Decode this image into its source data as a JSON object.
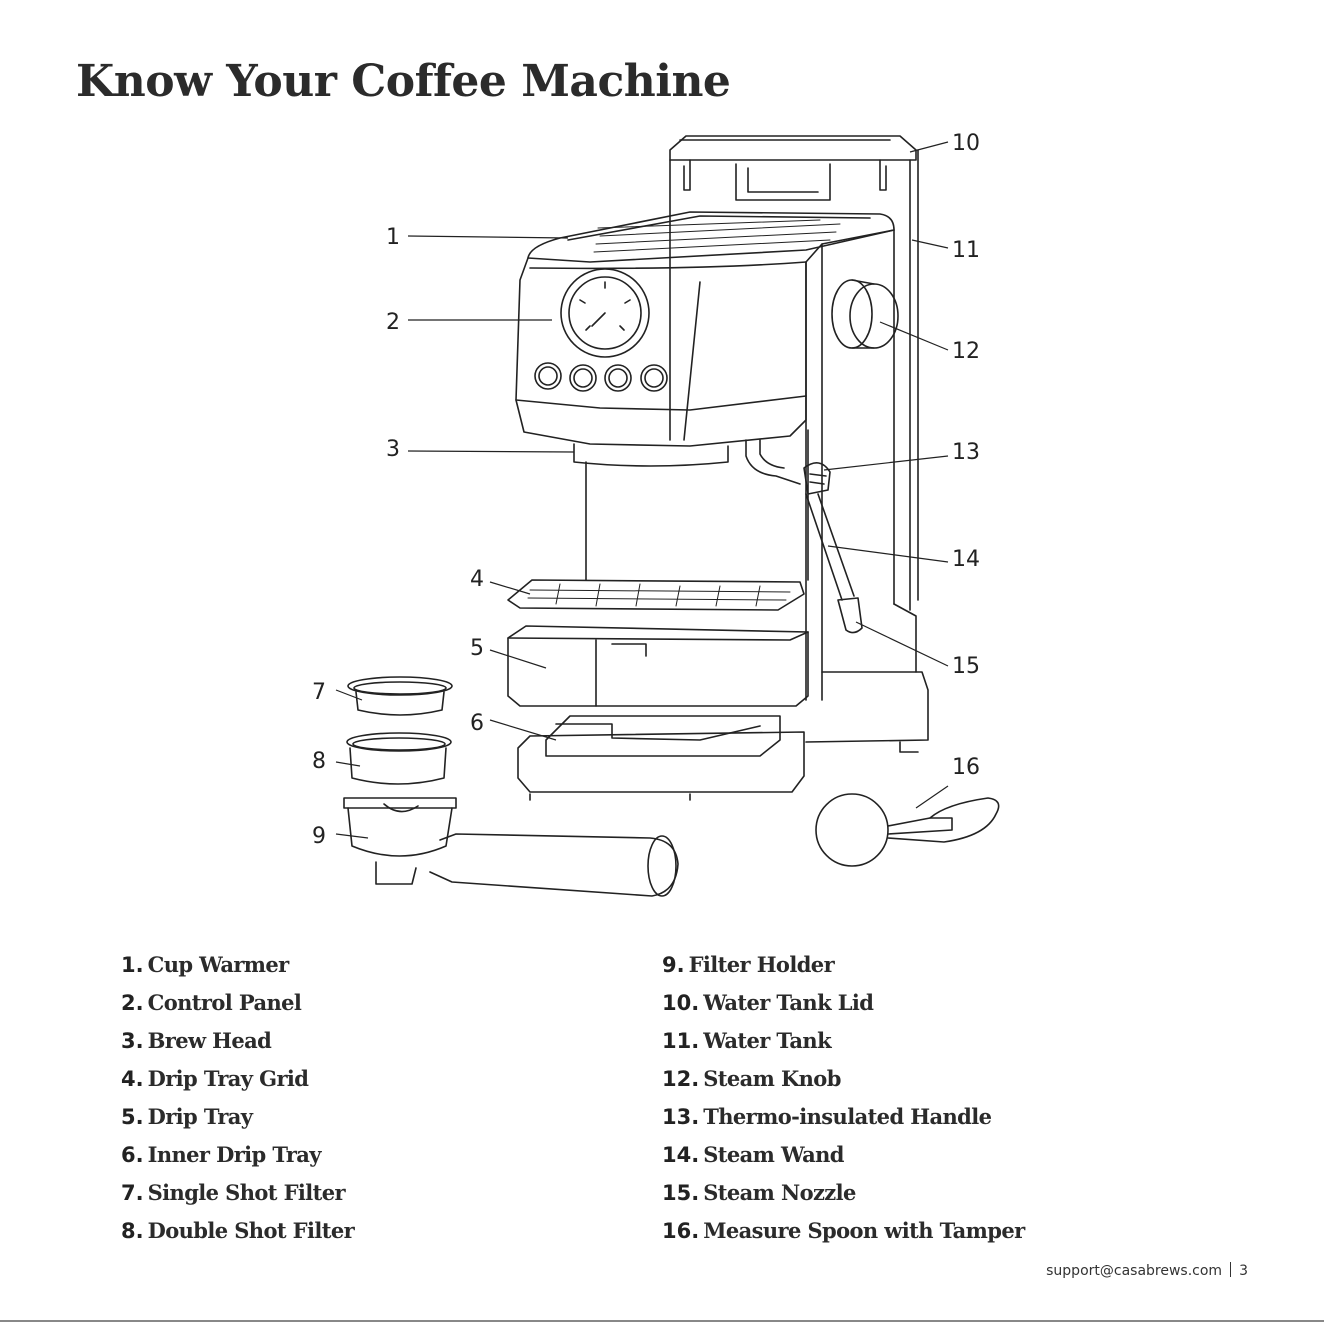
{
  "page": {
    "title": "Know Your Coffee Machine",
    "footer_email": "support@casabrews.com",
    "page_number": "3"
  },
  "callouts": [
    "1",
    "2",
    "3",
    "4",
    "5",
    "6",
    "7",
    "8",
    "9",
    "10",
    "11",
    "12",
    "13",
    "14",
    "15",
    "16"
  ],
  "parts_left": [
    {
      "num": "1.",
      "name": "Cup Warmer"
    },
    {
      "num": "2.",
      "name": "Control Panel"
    },
    {
      "num": "3.",
      "name": "Brew Head"
    },
    {
      "num": "4.",
      "name": "Drip Tray Grid"
    },
    {
      "num": "5.",
      "name": "Drip Tray"
    },
    {
      "num": "6.",
      "name": "Inner Drip Tray"
    },
    {
      "num": "7.",
      "name": "Single Shot Filter"
    },
    {
      "num": "8.",
      "name": "Double Shot Filter"
    }
  ],
  "parts_right": [
    {
      "num": "9.",
      "name": "Filter Holder"
    },
    {
      "num": "10.",
      "name": "Water Tank Lid"
    },
    {
      "num": "11.",
      "name": "Water Tank"
    },
    {
      "num": "12.",
      "name": "Steam Knob"
    },
    {
      "num": "13.",
      "name": "Thermo-insulated Handle"
    },
    {
      "num": "14.",
      "name": "Steam Wand"
    },
    {
      "num": "15.",
      "name": "Steam Nozzle"
    },
    {
      "num": "16.",
      "name": "Measure Spoon with Tamper"
    }
  ]
}
